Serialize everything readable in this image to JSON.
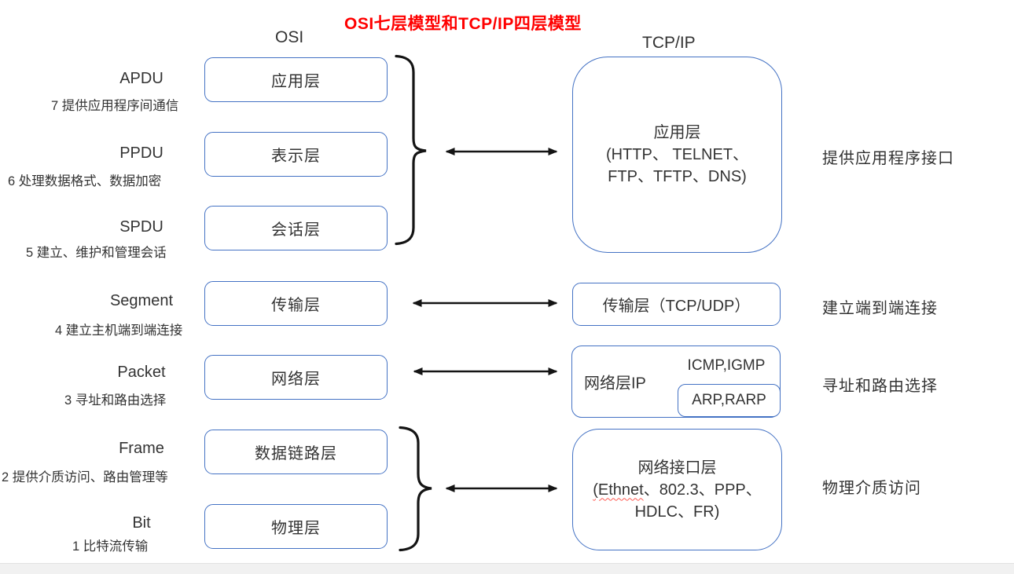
{
  "title": "OSI七层模型和TCP/IP四层模型",
  "headers": {
    "osi": "OSI",
    "tcpip": "TCP/IP"
  },
  "osi_rows": [
    {
      "pdu": "APDU",
      "desc": "7 提供应用程序间通信",
      "layer": "应用层"
    },
    {
      "pdu": "PPDU",
      "desc": "6 处理数据格式、数据加密",
      "layer": "表示层"
    },
    {
      "pdu": "SPDU",
      "desc": "5 建立、维护和管理会话",
      "layer": "会话层"
    },
    {
      "pdu": "Segment",
      "desc": "4 建立主机端到端连接",
      "layer": "传输层"
    },
    {
      "pdu": "Packet",
      "desc": "3 寻址和路由选择",
      "layer": "网络层"
    },
    {
      "pdu": "Frame",
      "desc": "2 提供介质访问、路由管理等",
      "layer": "数据链路层"
    },
    {
      "pdu": "Bit",
      "desc": "1 比特流传输",
      "layer": "物理层"
    }
  ],
  "tcpip": {
    "application": {
      "line1": "应用层",
      "line2": "(HTTP、 TELNET、",
      "line3": "FTP、TFTP、DNS)"
    },
    "transport": {
      "label": "传输层（TCP/UDP）"
    },
    "network": {
      "label": "网络层IP",
      "upper_protocols": "ICMP,IGMP",
      "inner_protocols": "ARP,RARP"
    },
    "interface": {
      "line1": "网络接口层",
      "line2_misspelled": "(Ethnet",
      "line2_rest": "、802.3、PPP、",
      "line3": "HDLC、FR)"
    }
  },
  "annotations": [
    "提供应用程序接口",
    "建立端到端连接",
    "寻址和路由选择",
    "物理介质访问"
  ],
  "colors": {
    "box_border": "#4472c4",
    "title": "#ff0000",
    "text": "#333333",
    "connector": "#141414"
  }
}
